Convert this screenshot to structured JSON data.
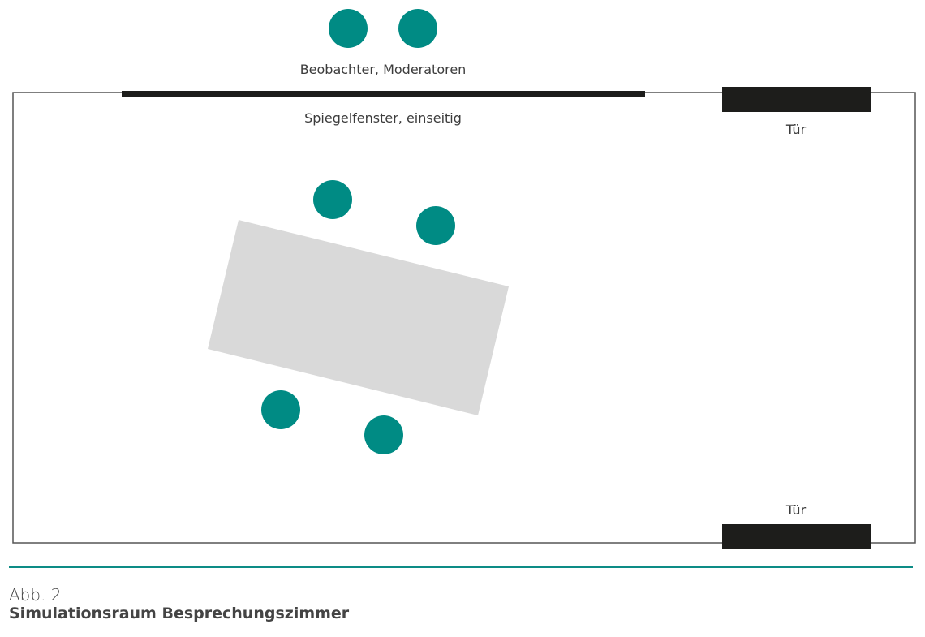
{
  "diagram": {
    "labels": {
      "observers": "Beobachter, Moderatoren",
      "mirror_window": "Spiegelfenster, einseitig",
      "door_top": "Tür",
      "door_bottom": "Tür"
    },
    "colors": {
      "person": "#008b84",
      "wall": "#555555",
      "window": "#1d1d1b",
      "door": "#1d1d1b",
      "table": "#d9d9d9",
      "divider": "#0d8c86",
      "text": "#3c3c3c"
    }
  },
  "caption": {
    "label": "Abb. 2",
    "title": "Simulationsraum Besprechungszimmer"
  }
}
